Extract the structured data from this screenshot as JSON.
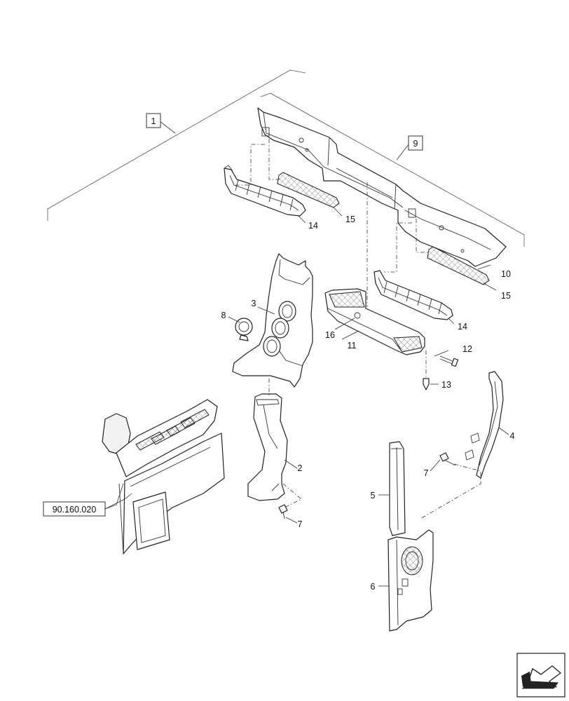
{
  "callouts": {
    "c1": "1",
    "c2": "2",
    "c3": "3",
    "c4": "4",
    "c5": "5",
    "c6": "6",
    "c7a": "7",
    "c7b": "7",
    "c8": "8",
    "c9": "9",
    "c10": "10",
    "c11": "11",
    "c12": "12",
    "c13": "13",
    "c14a": "14",
    "c14b": "14",
    "c15a": "15",
    "c15b": "15",
    "c16": "16"
  },
  "reference": {
    "label": "90.160.020"
  },
  "icons": {
    "nav": "previous-page-arrow-icon"
  }
}
